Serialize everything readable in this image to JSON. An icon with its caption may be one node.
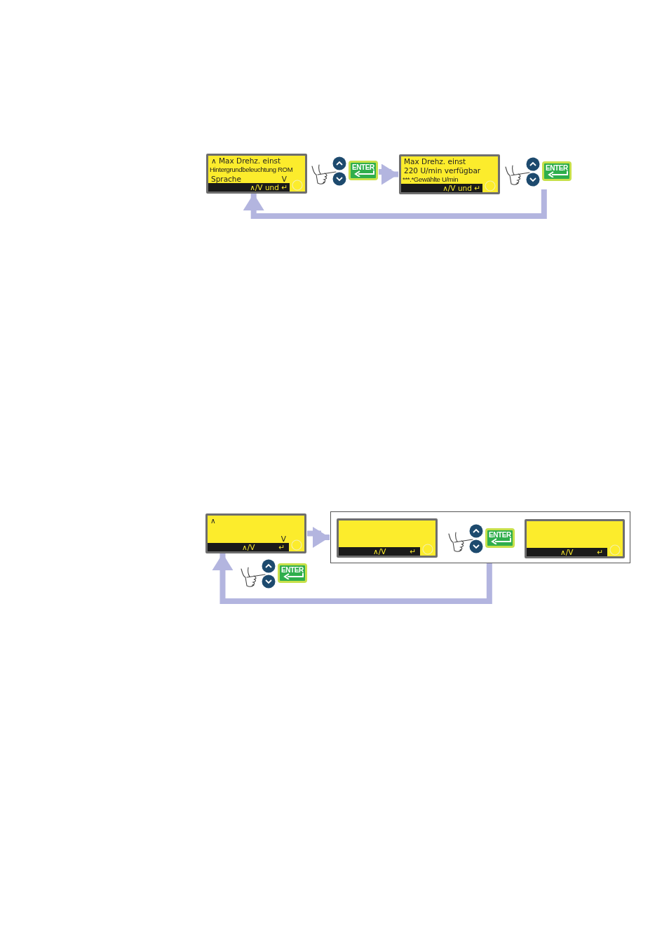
{
  "diagram": {
    "nodes": [
      {
        "text": [
          "∧ Max Drehz. einst",
          "Hintergrundbeleuchtung ROM",
          "Sprache",
          "V",
          "∧/V  und ↵"
        ]
      },
      {
        "text": [
          "ENTER"
        ]
      },
      {
        "text": [
          "Max Drehz. einst",
          "220 U/min verfügbar",
          "***.*Gewählte U/min",
          "∧/V  und ↵"
        ]
      },
      {
        "text": [
          "ENTER"
        ]
      },
      {
        "text": [
          "∧",
          "V",
          "∧/V",
          "↵"
        ]
      },
      {
        "text": [],
        "shape": "box"
      },
      {
        "text": [
          "∧/V",
          "↵"
        ],
        "in": 5
      },
      {
        "text": [
          "ENTER"
        ],
        "in": 5
      },
      {
        "text": [
          "∧/V",
          "↵"
        ],
        "in": 5
      },
      {
        "text": [
          "ENTER"
        ]
      }
    ],
    "edges": [
      {
        "from": 1,
        "to": 2,
        "arrow": "to"
      },
      {
        "from": 3,
        "to": 0,
        "arrow": "to"
      },
      {
        "from": 4,
        "to": 5,
        "arrow": "to"
      },
      {
        "from": 5,
        "to": 4,
        "arrow": "to"
      }
    ]
  }
}
